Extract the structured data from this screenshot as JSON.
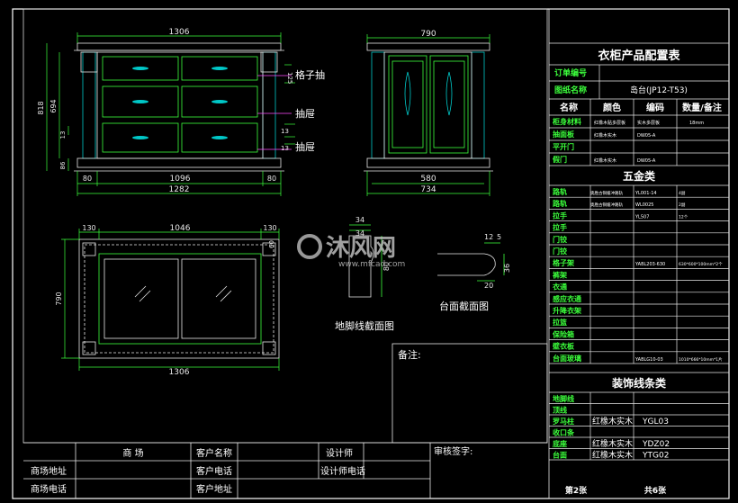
{
  "title": "衣柜产品配置表",
  "header": {
    "order_label": "订单编号",
    "drawing_label": "图纸名称",
    "drawing_value": "岛台(JP12-T53)"
  },
  "config_headers": [
    "名称",
    "颜色",
    "编码",
    "数量/备注"
  ],
  "config_rows": [
    {
      "name": "柜身材料",
      "color": "红橡木贴多层板",
      "code": "实木多层板",
      "qty": "18mm"
    },
    {
      "name": "抽面板",
      "color": "红橡木实木",
      "code": "DW05-A",
      "qty": ""
    },
    {
      "name": "平开门",
      "color": "",
      "code": "",
      "qty": ""
    },
    {
      "name": "假门",
      "color": "红橡木实木",
      "code": "DW05-A",
      "qty": ""
    }
  ],
  "hardware_title": "五金类",
  "hardware_rows": [
    {
      "name": "路轨",
      "color": "奥胜古铜缓冲路轨",
      "code": "YL001-14",
      "qty": "4副"
    },
    {
      "name": "路轨",
      "color": "奥胜古铜缓冲路轨",
      "code": "WL0025",
      "qty": "2副"
    },
    {
      "name": "拉手",
      "color": "",
      "code": "YL507",
      "qty": "12个"
    },
    {
      "name": "拉手",
      "color": "",
      "code": "",
      "qty": ""
    },
    {
      "name": "门铰",
      "color": "",
      "code": "",
      "qty": ""
    },
    {
      "name": "门铰",
      "color": "",
      "code": "",
      "qty": ""
    },
    {
      "name": "格子架",
      "color": "",
      "code": "YABL203-630",
      "qty": "630*600*100mm*2个"
    },
    {
      "name": "裤架",
      "color": "",
      "code": "",
      "qty": ""
    },
    {
      "name": "衣通",
      "color": "",
      "code": "",
      "qty": ""
    },
    {
      "name": "感应衣通",
      "color": "",
      "code": "",
      "qty": ""
    },
    {
      "name": "升降衣架",
      "color": "",
      "code": "",
      "qty": ""
    },
    {
      "name": "拉篮",
      "color": "",
      "code": "",
      "qty": ""
    },
    {
      "name": "保险箱",
      "color": "",
      "code": "",
      "qty": ""
    },
    {
      "name": "壁衣板",
      "color": "",
      "code": "",
      "qty": ""
    },
    {
      "name": "台面玻璃",
      "color": "",
      "code": "YABLG10-03",
      "qty": "1010*666*10mm*1片"
    }
  ],
  "trim_title": "装饰线条类",
  "trim_rows": [
    {
      "name": "地脚线",
      "color": "",
      "code": ""
    },
    {
      "name": "顶线",
      "color": "",
      "code": ""
    },
    {
      "name": "罗马柱",
      "color": "红橡木实木",
      "code": "YGL03"
    },
    {
      "name": "收口条",
      "color": "",
      "code": ""
    },
    {
      "name": "底座",
      "color": "红橡木实木",
      "code": "YDZ02"
    },
    {
      "name": "台面",
      "color": "红橡木实木",
      "code": "YTG02"
    }
  ],
  "sheet_no": "第2张",
  "sheet_total": "共6张",
  "notes_label": "备注:",
  "review_label": "审核签字:",
  "bottom_labels": {
    "mall": "商      场",
    "mall_address": "商场地址",
    "mall_phone": "商场电话",
    "customer_name": "客户名称",
    "customer_phone": "客户电话",
    "customer_address": "客户地址",
    "designer": "设计师",
    "designer_phone": "设计师电话"
  },
  "drawing_labels": {
    "front_width": "1306",
    "front_inner": "1096",
    "front_total": "1282",
    "front_left": "80",
    "front_right": "80",
    "height_total": "818",
    "height_mid": "694",
    "height_top": "13",
    "height_base": "86",
    "dim_125": "125",
    "dim_13a": "13",
    "dim_13b": "13",
    "label_grid": "格子抽",
    "label_drawer1": "抽屉",
    "label_drawer2": "抽屉",
    "side_top": "790",
    "side_inner": "580",
    "side_total": "734",
    "plan_left": "130",
    "plan_mid": "1046",
    "plan_right": "130",
    "plan_bottom": "1306",
    "plan_height": "790",
    "plan_60": "60",
    "base_top": "34",
    "base_mid": "34",
    "base_height": "80",
    "base_caption": "地脚线截面图",
    "top_caption": "台面截面图",
    "top_12": "12",
    "top_5": "5",
    "top_20": "20",
    "top_36": "36"
  },
  "watermark": {
    "brand": "沐风网",
    "url": "www.mfcad.com"
  },
  "colors": {
    "line": "#e8e8e8",
    "green": "#3cff3c",
    "cyan": "#00c8c8",
    "magenta": "#ff4dff",
    "frame": "#ffffff"
  }
}
